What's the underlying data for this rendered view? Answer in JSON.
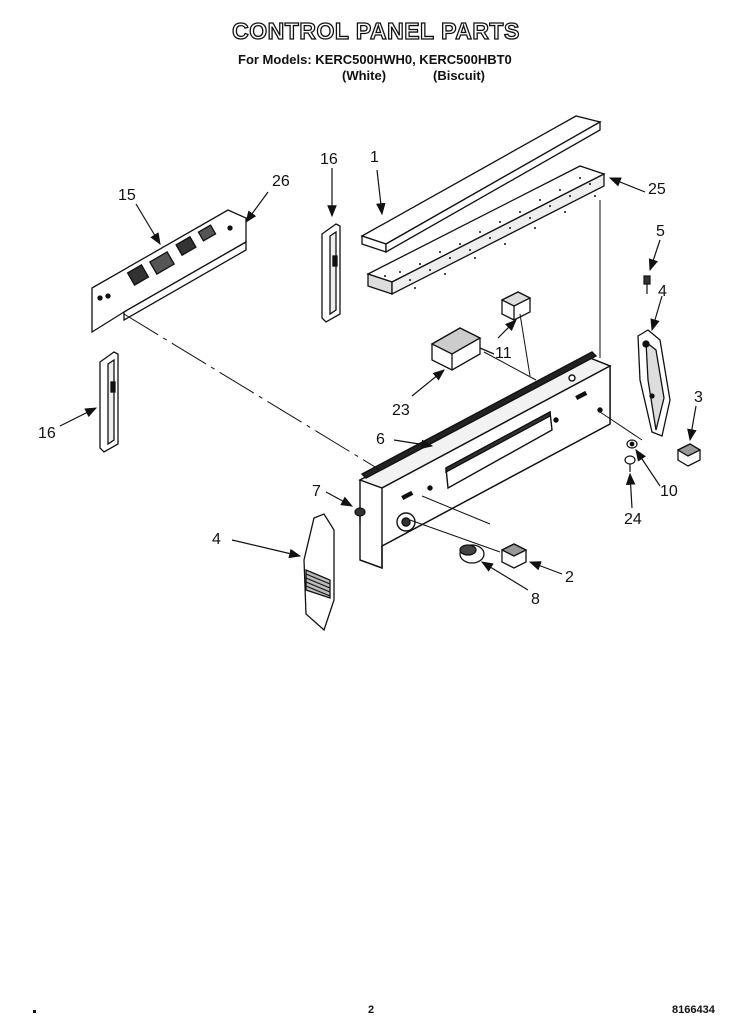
{
  "header": {
    "title": "CONTROL PANEL PARTS",
    "models_line": "For Models: KERC500HWH0, KERC500HBT0",
    "variant_white": "(White)",
    "variant_biscuit": "(Biscuit)"
  },
  "callouts": {
    "c1": "1",
    "c2": "2",
    "c3": "3",
    "c4a": "4",
    "c4b": "4",
    "c5": "5",
    "c6": "6",
    "c7": "7",
    "c8": "8",
    "c10": "10",
    "c11": "11",
    "c15": "15",
    "c16a": "16",
    "c16b": "16",
    "c23": "23",
    "c24": "24",
    "c25": "25",
    "c26": "26"
  },
  "footer": {
    "page_number": "2",
    "document_number": "8166434"
  }
}
